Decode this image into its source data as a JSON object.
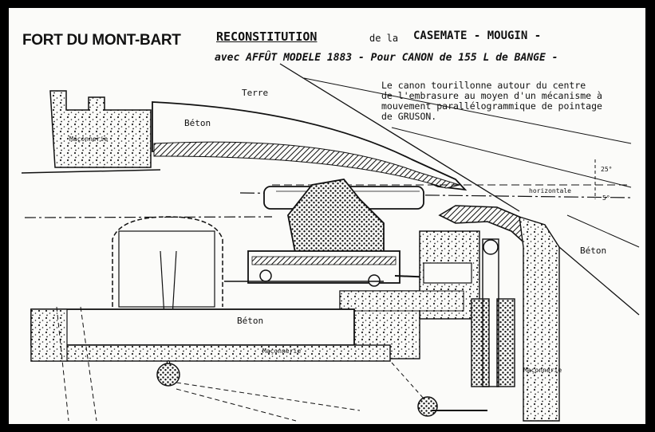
{
  "title": {
    "fort": "FORT DU MONT-BART",
    "reconstitution": "RECONSTITUTION",
    "de_la": "de la",
    "casemate": "CASEMATE - MOUGIN -",
    "subtitle": "avec AFFÛT MODELE 1883 - Pour CANON de 155 L de BANGE -"
  },
  "note": {
    "lines": [
      "Le canon tourillonne autour du centre",
      "de l'embrasure au moyen d'un mécanisme à",
      "mouvement parallélogrammique de pointage",
      "de GRUSON."
    ]
  },
  "labels": {
    "terre": "Terre",
    "beton_top": "Béton",
    "maconnerie_left": "Maçonnerie",
    "beton_right": "Béton",
    "beton_floor": "Béton",
    "maconnerie_floor": "Maçonnerie",
    "maconnerie_pit": "Maçonnerie",
    "horizontale": "horizontale",
    "angle_up": "25°",
    "angle_down": "5°"
  },
  "colors": {
    "ink": "#111111",
    "paper": "#fbfbf9",
    "frame": "#000000"
  }
}
